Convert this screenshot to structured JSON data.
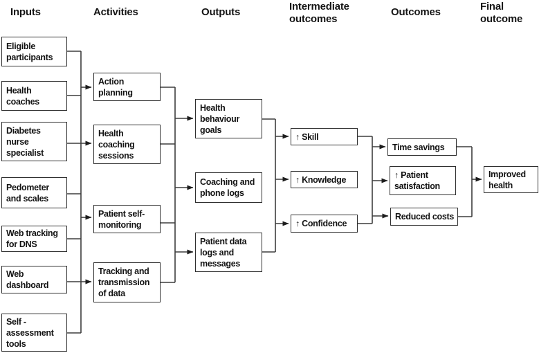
{
  "diagram": {
    "column_headers": [
      {
        "id": "inputs",
        "label": "Inputs"
      },
      {
        "id": "activities",
        "label": "Activities"
      },
      {
        "id": "outputs",
        "label": "Outputs"
      },
      {
        "id": "intermediate-outcomes",
        "label": "Intermediate\noutcomes"
      },
      {
        "id": "outcomes",
        "label": "Outcomes"
      },
      {
        "id": "final-outcome",
        "label": "Final\noutcome"
      }
    ],
    "nodes": [
      {
        "id": "eligible-participants",
        "column": "inputs",
        "label": "Eligible\nparticipants"
      },
      {
        "id": "health-coaches",
        "column": "inputs",
        "label": "Health\ncoaches"
      },
      {
        "id": "diabetes-nurse-specialist",
        "column": "inputs",
        "label": "Diabetes\nnurse\nspecialist"
      },
      {
        "id": "pedometer-and-scales",
        "column": "inputs",
        "label": "Pedometer\nand scales"
      },
      {
        "id": "web-tracking-for-dns",
        "column": "inputs",
        "label": "Web tracking\nfor DNS"
      },
      {
        "id": "web-dashboard",
        "column": "inputs",
        "label": "Web\ndashboard"
      },
      {
        "id": "self-assessment-tools",
        "column": "inputs",
        "label": "Self -\nassessment\ntools"
      },
      {
        "id": "action-planning",
        "column": "activities",
        "label": "Action\nplanning"
      },
      {
        "id": "health-coaching-sessions",
        "column": "activities",
        "label": "Health\ncoaching\nsessions"
      },
      {
        "id": "patient-self-monitoring",
        "column": "activities",
        "label": "Patient self-\nmonitoring"
      },
      {
        "id": "tracking-and-transmission-of-data",
        "column": "activities",
        "label": "Tracking and\ntransmission\nof data"
      },
      {
        "id": "health-behaviour-goals",
        "column": "outputs",
        "label": "Health\nbehaviour\ngoals"
      },
      {
        "id": "coaching-and-phone-logs",
        "column": "outputs",
        "label": "Coaching and\nphone logs"
      },
      {
        "id": "patient-data-logs-and-messages",
        "column": "outputs",
        "label": "Patient data\nlogs and\nmessages"
      },
      {
        "id": "increased-skill",
        "column": "intermediate-outcomes",
        "label": "↑ Skill"
      },
      {
        "id": "increased-knowledge",
        "column": "intermediate-outcomes",
        "label": "↑ Knowledge"
      },
      {
        "id": "increased-confidence",
        "column": "intermediate-outcomes",
        "label": "↑ Confidence"
      },
      {
        "id": "time-savings",
        "column": "outcomes",
        "label": "Time savings"
      },
      {
        "id": "increased-patient-satisfaction",
        "column": "outcomes",
        "label": "↑ Patient\nsatisfaction"
      },
      {
        "id": "reduced-costs",
        "column": "outcomes",
        "label": "Reduced costs"
      },
      {
        "id": "improved-health",
        "column": "final-outcome",
        "label": "Improved\nhealth"
      }
    ],
    "line_color": "#3d3d3d",
    "box_border_color": "#2e2e2e",
    "background_color": "#ffffff"
  }
}
